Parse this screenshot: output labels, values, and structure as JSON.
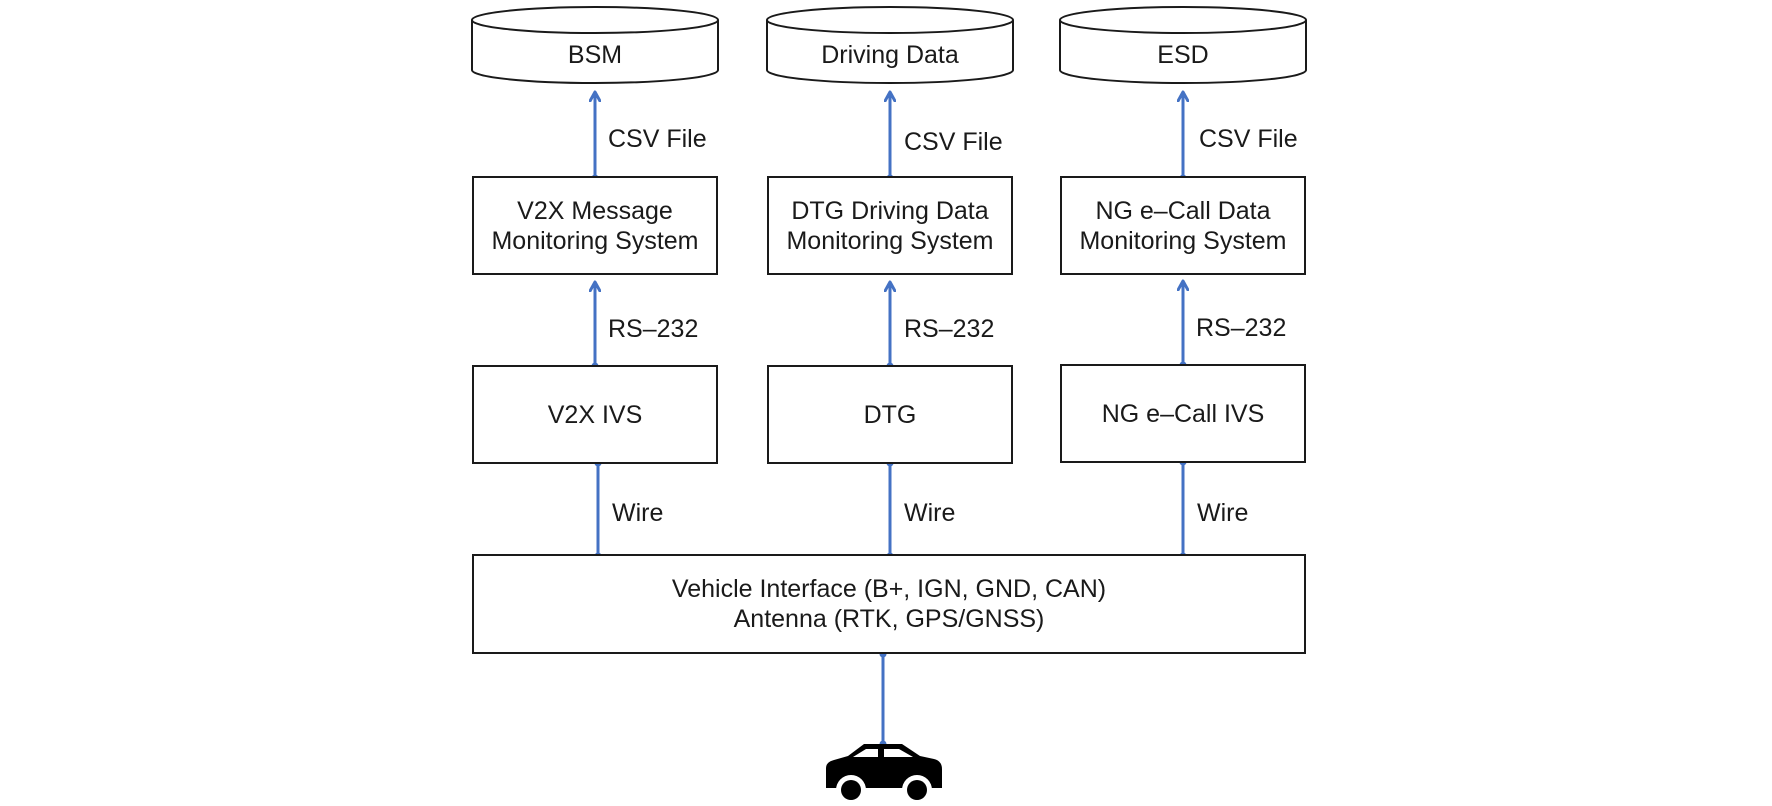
{
  "databases": [
    {
      "label": "BSM"
    },
    {
      "label": "Driving Data"
    },
    {
      "label": "ESD"
    }
  ],
  "monitors": [
    {
      "line1": "V2X Message",
      "line2": "Monitoring System"
    },
    {
      "line1": "DTG Driving Data",
      "line2": "Monitoring System"
    },
    {
      "line1": "NG e–Call Data",
      "line2": "Monitoring System"
    }
  ],
  "devices": [
    {
      "label": "V2X IVS"
    },
    {
      "label": "DTG"
    },
    {
      "label": "NG e–Call IVS"
    }
  ],
  "vehicle_interface": {
    "line1": "Vehicle Interface (B+, IGN, GND, CAN)",
    "line2": "Antenna (RTK, GPS/GNSS)"
  },
  "connections": {
    "csv": [
      "CSV File",
      "CSV File",
      "CSV File"
    ],
    "serial": [
      "RS–232",
      "RS–232",
      "RS–232"
    ],
    "wire": [
      "Wire",
      "Wire",
      "Wire"
    ]
  },
  "colors": {
    "connector": "#4472c4",
    "outline": "#1a1a1a",
    "vehicle": "#000000"
  },
  "icons": {
    "vehicle": "car-icon"
  }
}
